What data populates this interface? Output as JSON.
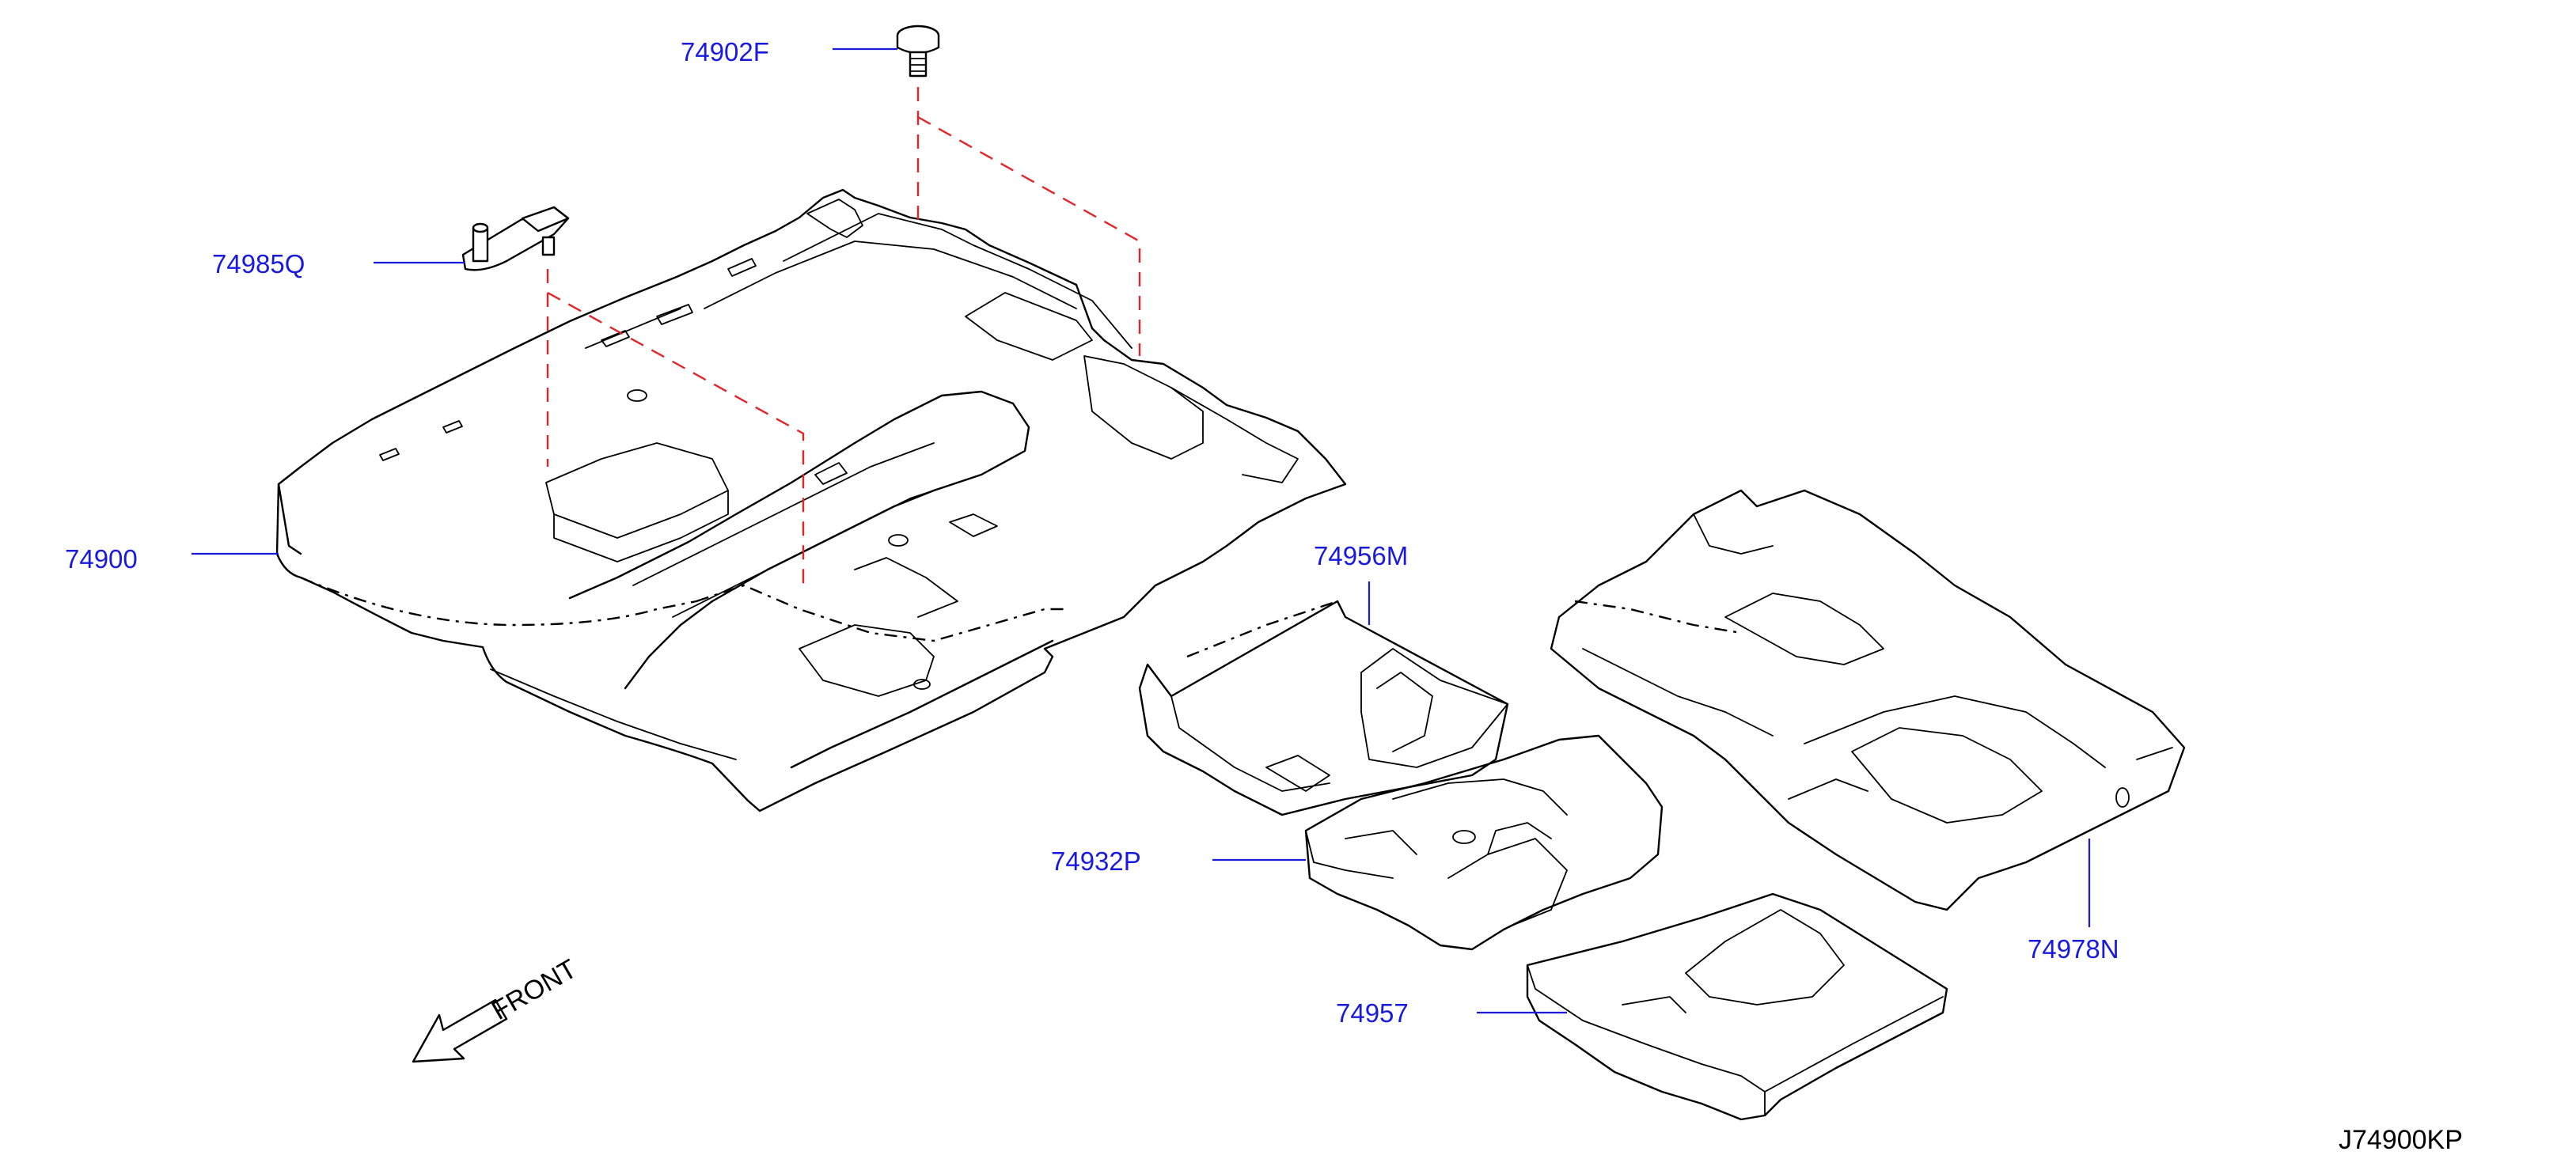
{
  "diagram": {
    "code": "J74900KP",
    "direction_label": "FRONT",
    "colors": {
      "label": "#1a1adf",
      "leader": "#1a1adf",
      "guide": "#e0262b",
      "line": "#000000"
    },
    "parts": [
      {
        "id": "74902F"
      },
      {
        "id": "74985Q"
      },
      {
        "id": "74900"
      },
      {
        "id": "74956M"
      },
      {
        "id": "74932P"
      },
      {
        "id": "74957"
      },
      {
        "id": "74978N"
      }
    ]
  }
}
